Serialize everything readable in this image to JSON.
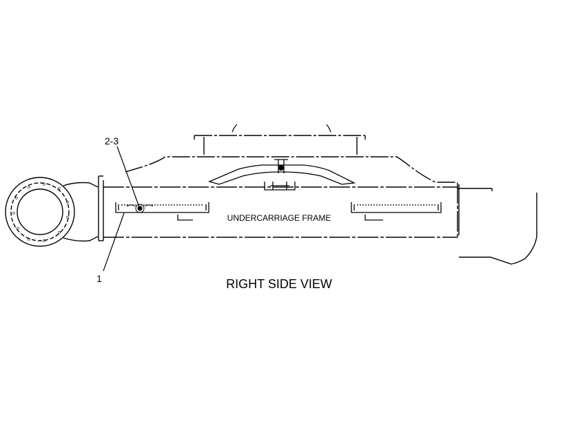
{
  "diagram": {
    "frame_label": "UNDERCARRIAGE FRAME",
    "view_title": "RIGHT SIDE VIEW",
    "callouts": [
      "2-3",
      "1"
    ],
    "line_color": "#000000",
    "background": "#ffffff"
  }
}
